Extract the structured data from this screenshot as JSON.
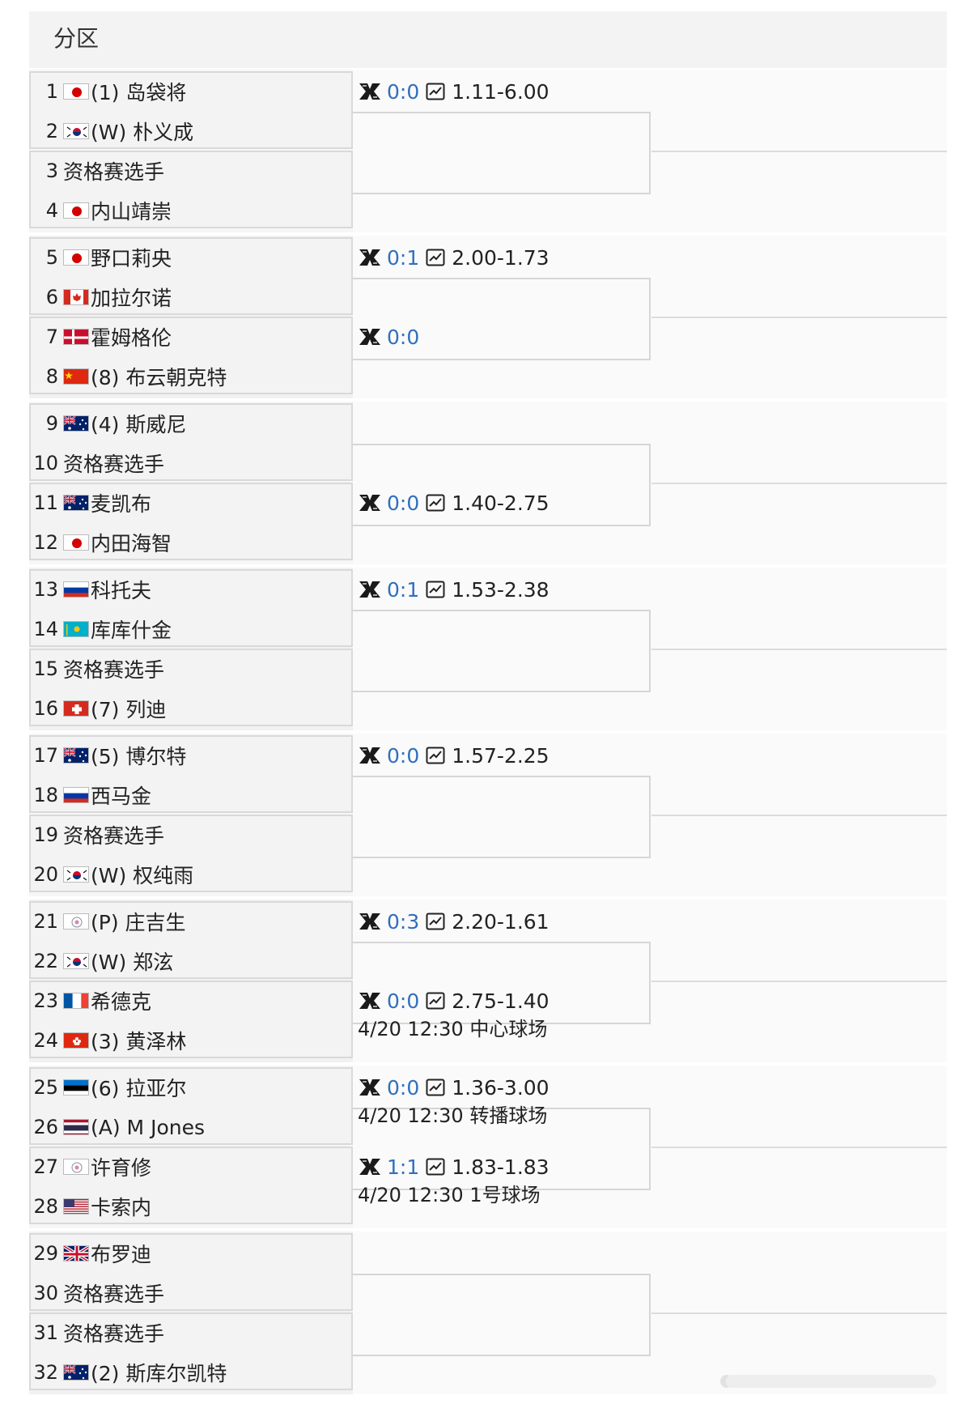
{
  "header": {
    "title": "分区"
  },
  "colors": {
    "score": "#2f6fbf",
    "box_border": "#d6d6d6",
    "section_bg_a": "#f6f6f6",
    "section_bg_b": "#f1f1f1"
  },
  "icons": {
    "match": "badminton-icon",
    "odds": "trend-chart-icon"
  },
  "players": [
    {
      "num": "1",
      "flag": "jp",
      "name": "(1) 岛袋将"
    },
    {
      "num": "2",
      "flag": "kr",
      "name": "(W) 朴义成"
    },
    {
      "num": "3",
      "flag": "",
      "name": "资格赛选手"
    },
    {
      "num": "4",
      "flag": "jp",
      "name": "内山靖崇"
    },
    {
      "num": "5",
      "flag": "jp",
      "name": "野口莉央"
    },
    {
      "num": "6",
      "flag": "ca",
      "name": "加拉尔诺"
    },
    {
      "num": "7",
      "flag": "dk",
      "name": "霍姆格伦"
    },
    {
      "num": "8",
      "flag": "cn",
      "name": "(8) 布云朝克特"
    },
    {
      "num": "9",
      "flag": "au",
      "name": "(4) 斯威尼"
    },
    {
      "num": "10",
      "flag": "",
      "name": "资格赛选手"
    },
    {
      "num": "11",
      "flag": "au",
      "name": "麦凯布"
    },
    {
      "num": "12",
      "flag": "jp",
      "name": "内田海智"
    },
    {
      "num": "13",
      "flag": "ru",
      "name": "科托夫"
    },
    {
      "num": "14",
      "flag": "kz",
      "name": "库库什金"
    },
    {
      "num": "15",
      "flag": "",
      "name": "资格赛选手"
    },
    {
      "num": "16",
      "flag": "ch",
      "name": "(7) 列迪"
    },
    {
      "num": "17",
      "flag": "au",
      "name": "(5) 博尔特"
    },
    {
      "num": "18",
      "flag": "ru",
      "name": "西马金"
    },
    {
      "num": "19",
      "flag": "",
      "name": "资格赛选手"
    },
    {
      "num": "20",
      "flag": "kr",
      "name": "(W) 权纯雨"
    },
    {
      "num": "21",
      "flag": "tpe",
      "name": "(P) 庄吉生"
    },
    {
      "num": "22",
      "flag": "kr",
      "name": "(W) 郑泫"
    },
    {
      "num": "23",
      "flag": "fr",
      "name": "希德克"
    },
    {
      "num": "24",
      "flag": "hk",
      "name": "(3) 黄泽林"
    },
    {
      "num": "25",
      "flag": "ee",
      "name": "(6) 拉亚尔"
    },
    {
      "num": "26",
      "flag": "th",
      "name": "(A) M Jones"
    },
    {
      "num": "27",
      "flag": "tpe",
      "name": "许育修"
    },
    {
      "num": "28",
      "flag": "us",
      "name": "卡索内"
    },
    {
      "num": "29",
      "flag": "gb",
      "name": "布罗迪"
    },
    {
      "num": "30",
      "flag": "",
      "name": "资格赛选手"
    },
    {
      "num": "31",
      "flag": "",
      "name": "资格赛选手"
    },
    {
      "num": "32",
      "flag": "au",
      "name": "(2) 斯库尔凯特"
    }
  ],
  "matches": [
    {
      "pair": 1,
      "score": "0:0",
      "odds": "1.11-6.00",
      "schedule": ""
    },
    {
      "pair": 3,
      "score": "0:1",
      "odds": "2.00-1.73",
      "schedule": ""
    },
    {
      "pair": 4,
      "score": "0:0",
      "odds": "",
      "schedule": ""
    },
    {
      "pair": 6,
      "score": "0:0",
      "odds": "1.40-2.75",
      "schedule": ""
    },
    {
      "pair": 7,
      "score": "0:1",
      "odds": "1.53-2.38",
      "schedule": ""
    },
    {
      "pair": 9,
      "score": "0:0",
      "odds": "1.57-2.25",
      "schedule": ""
    },
    {
      "pair": 11,
      "score": "0:3",
      "odds": "2.20-1.61",
      "schedule": ""
    },
    {
      "pair": 12,
      "score": "0:0",
      "odds": "2.75-1.40",
      "schedule": "4/20 12:30 中心球场"
    },
    {
      "pair": 13,
      "score": "0:0",
      "odds": "1.36-3.00",
      "schedule": "4/20 12:30 转播球场"
    },
    {
      "pair": 14,
      "score": "1:1",
      "odds": "1.83-1.83",
      "schedule": "4/20 12:30 1号球场"
    }
  ]
}
